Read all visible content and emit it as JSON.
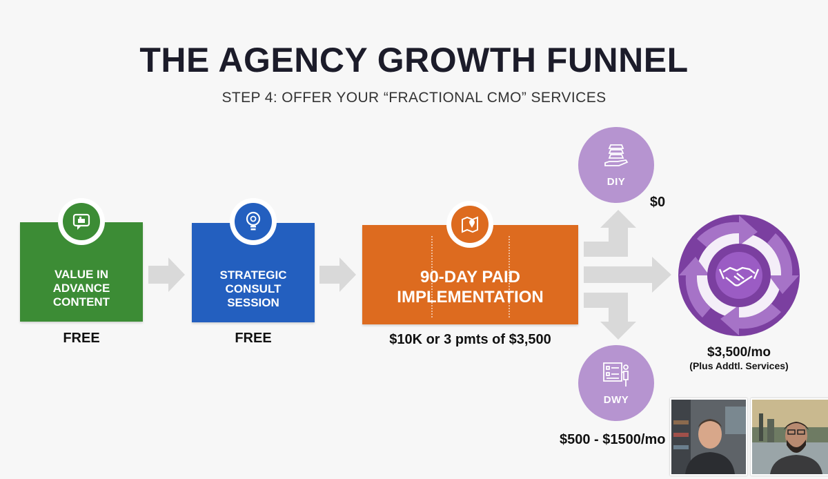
{
  "header": {
    "title": "THE AGENCY GROWTH FUNNEL",
    "subtitle": "STEP 4: OFFER YOUR “FRACTIONAL CMO” SERVICES"
  },
  "steps": [
    {
      "label": "VALUE IN\nADVANCE\nCONTENT",
      "price": "FREE",
      "color": "#3c8c35",
      "icon": "chat-bubble-icon"
    },
    {
      "label": "STRATEGIC\nCONSULT\nSESSION",
      "price": "FREE",
      "color": "#235fbf",
      "icon": "lightbulb-icon"
    },
    {
      "label": "90-DAY PAID\nIMPLEMENTATION",
      "price": "$10K or 3 pmts of $3,500",
      "color": "#dd6b1f",
      "icon": "map-pin-icon"
    }
  ],
  "options": {
    "diy": {
      "label": "DIY",
      "price": "$0",
      "icon": "hand-layers-icon"
    },
    "dwy": {
      "label": "DWY",
      "price": "$500 - $1500/mo",
      "icon": "presentation-board-icon"
    },
    "dfy": {
      "price": "$3,500/mo",
      "note": "(Plus Addtl. Services)",
      "icon": "handshake-icon"
    }
  },
  "colors": {
    "green": "#3c8c35",
    "blue": "#235fbf",
    "orange": "#dd6b1f",
    "purple": "#7b3fa0",
    "light_purple": "#b694d0",
    "arrow": "#d9d9d9"
  }
}
